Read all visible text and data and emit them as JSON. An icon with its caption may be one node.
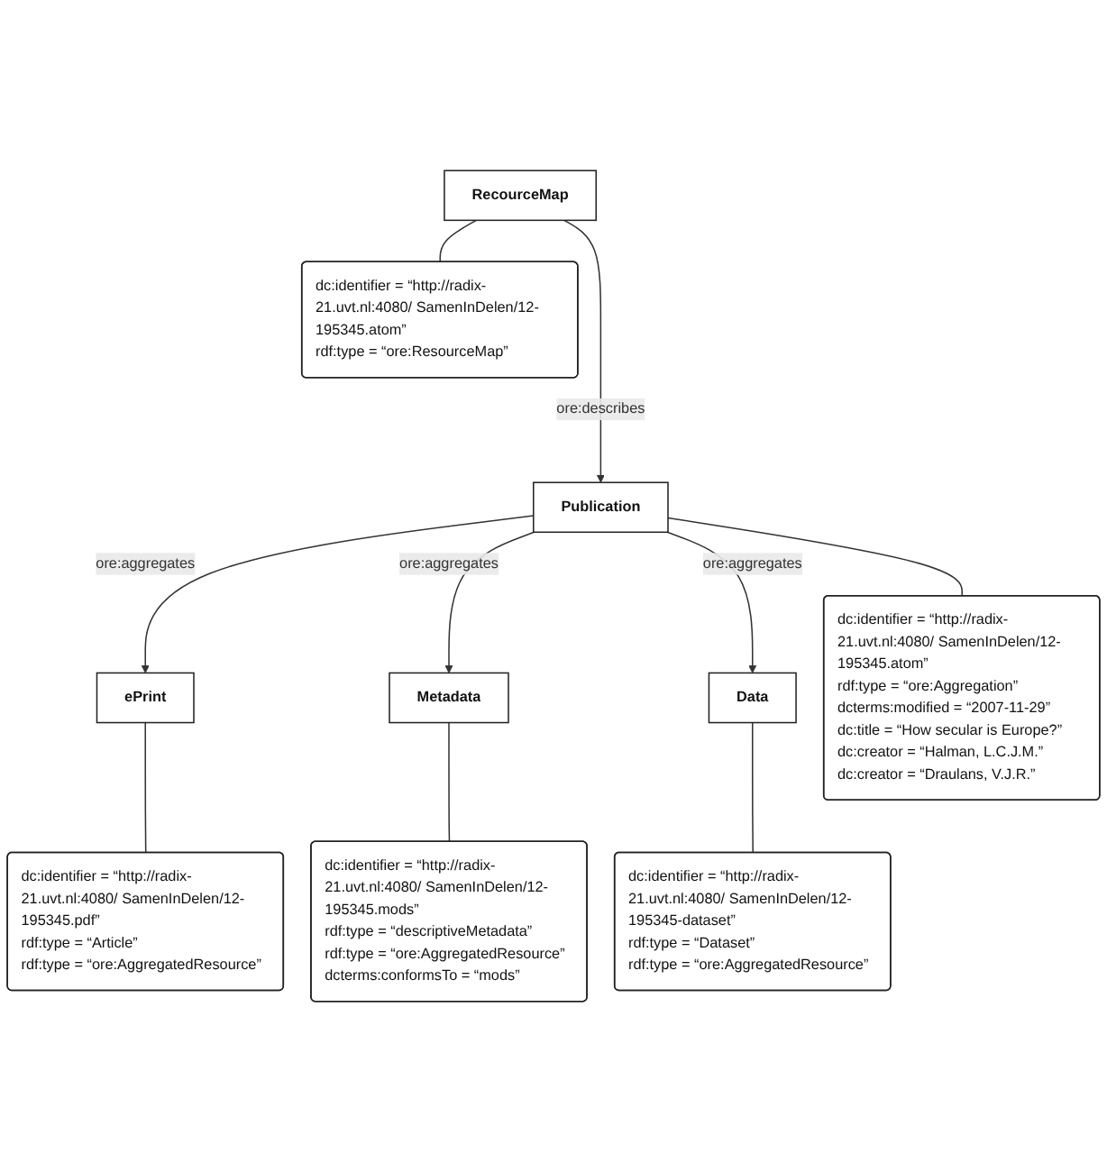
{
  "diagram": {
    "nodes": [
      {
        "text": [
          "RecourceMap"
        ]
      },
      {
        "text": [
          "dc:identifier = “http://radix-21.uvt.nl:4080/ SamenInDelen/12-195345.atom”",
          "rdf:type = “ore:ResourceMap”"
        ]
      },
      {
        "text": [
          "Publication"
        ]
      },
      {
        "text": [
          "dc:identifier = “http://radix-21.uvt.nl:4080/ SamenInDelen/12-195345.atom”",
          "rdf:type = “ore:Aggregation”",
          "dcterms:modified = “2007-11-29”",
          "dc:title = “How secular is Europe?”",
          "dc:creator = “Halman, L.C.J.M.”",
          "dc:creator = “Draulans, V.J.R.”"
        ]
      },
      {
        "text": [
          "ePrint"
        ]
      },
      {
        "text": [
          "dc:identifier = “http://radix-21.uvt.nl:4080/ SamenInDelen/12-195345.pdf”",
          "rdf:type = “Article”",
          "rdf:type = “ore:AggregatedResource”"
        ]
      },
      {
        "text": [
          "Data"
        ]
      },
      {
        "text": [
          "dc:identifier = “http://radix-21.uvt.nl:4080/ SamenInDelen/12-195345-dataset”",
          "rdf:type = “Dataset”",
          "rdf:type = “ore:AggregatedResource”"
        ]
      },
      {
        "text": [
          "Metadata"
        ]
      },
      {
        "text": [
          "dc:identifier = “http://radix-21.uvt.nl:4080/ SamenInDelen/12-195345.mods”",
          "rdf:type = “descriptiveMetadata”",
          "rdf:type = “ore:AggregatedResource”",
          "dcterms:conformsTo = “mods”"
        ]
      }
    ],
    "edges": [
      {
        "from": 0,
        "to": 1,
        "arrow": "none"
      },
      {
        "from": 0,
        "to": 2,
        "arrow": "to",
        "label": "ore:describes"
      },
      {
        "from": 2,
        "to": 3,
        "arrow": "none"
      },
      {
        "from": 2,
        "to": 4,
        "arrow": "to",
        "label": "ore:aggregates"
      },
      {
        "from": 4,
        "to": 5,
        "arrow": "none"
      },
      {
        "from": 2,
        "to": 8,
        "arrow": "to",
        "label": "ore:aggregates"
      },
      {
        "from": 2,
        "to": 6,
        "arrow": "to",
        "label": "ore:aggregates"
      },
      {
        "from": 6,
        "to": 7,
        "arrow": "none"
      },
      {
        "from": 8,
        "to": 9,
        "arrow": "none"
      }
    ]
  }
}
